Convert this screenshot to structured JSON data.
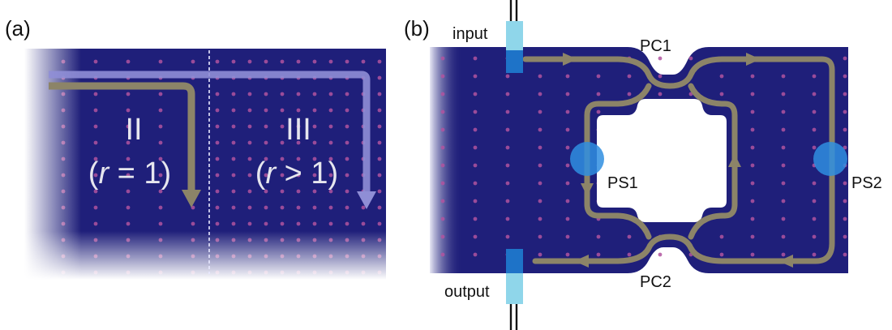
{
  "panel_a": {
    "label": "(a)",
    "region_left": {
      "numeral": "II",
      "condition_var": "r",
      "condition_rest": " = 1)"
    },
    "region_right": {
      "numeral": "III",
      "condition_var": "r",
      "condition_rest": " > 1)"
    }
  },
  "panel_b": {
    "label": "(b)",
    "input_label": "input",
    "output_label": "output",
    "coupler_top": "PC1",
    "coupler_bottom": "PC2",
    "phase_shifter_left": "PS1",
    "phase_shifter_right": "PS2"
  },
  "colors": {
    "substrate": "#1f1f7a",
    "lattice_dot": "#b0549f",
    "waveguide": "#8c8468",
    "arrow_light": "#8f8ed6",
    "phase_shifter": "#2f8ee0",
    "port_bar": "#8fd6ea"
  }
}
